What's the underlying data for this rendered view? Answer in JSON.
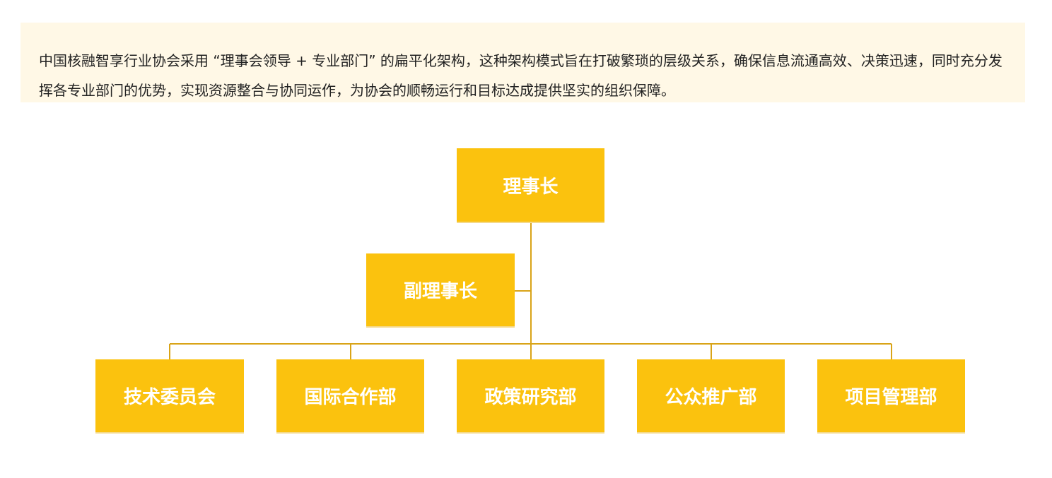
{
  "intro": {
    "text": "中国核融智享行业协会采用 “理事会领导 + 专业部门” 的扁平化架构，这种架构模式旨在打破繁琐的层级关系，确保信息流通高效、决策迅速，同时充分发挥各专业部门的优势，实现资源整合与协同运作，为协会的顺畅运行和目标达成提供坚实的组织保障。"
  },
  "org_chart": {
    "top": "理事长",
    "vice": "副理事长",
    "departments": [
      "技术委员会",
      "国际合作部",
      "政策研究部",
      "公众推广部",
      "项目管理部"
    ]
  },
  "colors": {
    "box_fill": "#fbc20e",
    "connector": "#d9a418",
    "intro_background": "#fff8e6"
  }
}
